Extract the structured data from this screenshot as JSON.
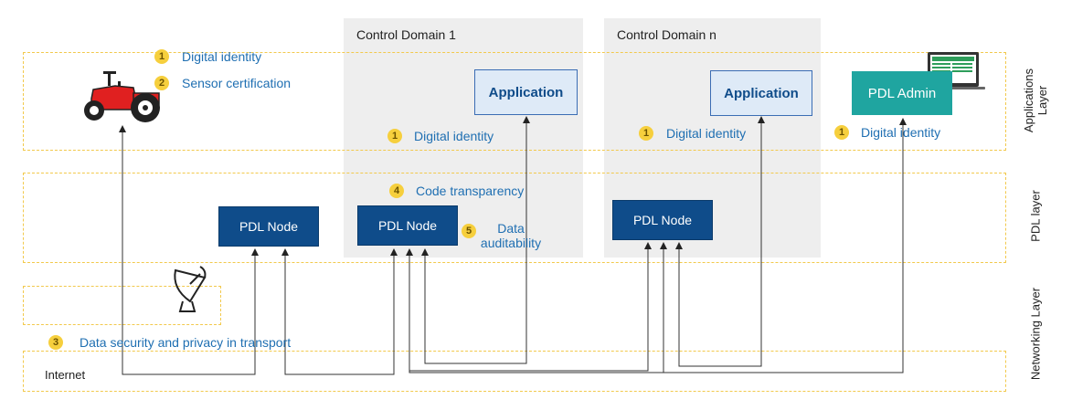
{
  "domains": [
    {
      "title": "Control Domain 1"
    },
    {
      "title": "Control Domain n"
    }
  ],
  "layers": {
    "applications": "Applications Layer",
    "pdl": "PDL layer",
    "networking": "Networking Layer"
  },
  "nodes": {
    "pdl_node": "PDL Node",
    "application": "Application",
    "pdl_admin": "PDL Admin"
  },
  "badges": [
    "1",
    "2",
    "3",
    "4",
    "5"
  ],
  "labels": {
    "digital_identity": "Digital identity",
    "sensor_certification": "Sensor certification",
    "code_transparency": "Code transparency",
    "data_auditability": "Data\nauditability",
    "data_security": "Data security and privacy in transport",
    "internet": "Internet"
  },
  "icons": [
    "tractor-icon",
    "satellite-dish-icon",
    "laptop-icon"
  ],
  "colors": {
    "pdl_node": "#0f4c8a",
    "application_fill": "#deeaf7",
    "admin": "#1fa5a0",
    "badge": "#f6cf3d",
    "label": "#1f6fb2",
    "dashed": "#f2c94c",
    "domain_bg": "#eeeeee"
  }
}
